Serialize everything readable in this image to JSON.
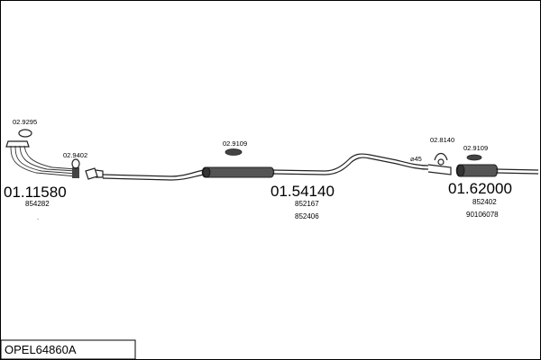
{
  "diagram_title": "OPEL64860A",
  "callouts": {
    "c_02_9295": "02.9295",
    "c_02_9402": "02.9402",
    "c_02_9109_mid": "02.9109",
    "c_02_8140": "02.8140",
    "c_02_9109_right": "02.9109",
    "dia_45": "⌀45"
  },
  "parts": {
    "front": {
      "ref": "01.11580",
      "oem": [
        "854282"
      ]
    },
    "middle": {
      "ref": "01.54140",
      "oem": [
        "852167",
        "852406"
      ]
    },
    "rear": {
      "ref": "01.62000",
      "oem": [
        "852402",
        "90106078"
      ]
    }
  }
}
